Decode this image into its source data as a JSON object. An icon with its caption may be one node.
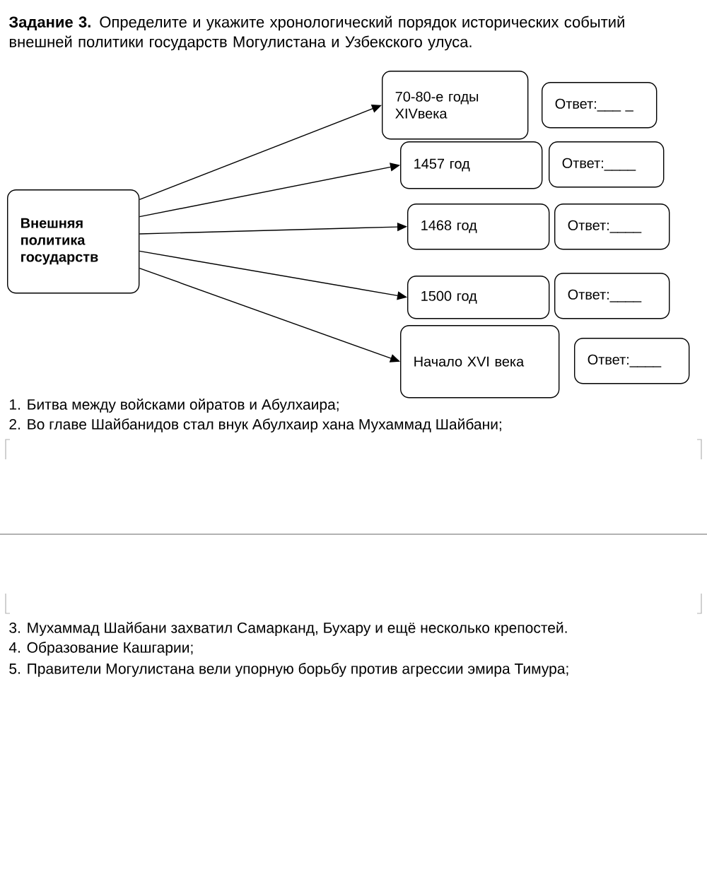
{
  "diagram": {
    "title": "**Задание 3.** Определите и укажите хронологический порядок исторических событий внешней политики государств Могулистана и Узбекского улуса.",
    "nodes": [
      {
        "text": [
          "Внешняя политика государств"
        ]
      },
      {
        "text": [
          "70-80-е годы XIVвека"
        ]
      },
      {
        "text": [
          "1457 год"
        ]
      },
      {
        "text": [
          "1468 год"
        ]
      },
      {
        "text": [
          "1500 год"
        ]
      },
      {
        "text": [
          "Начало XVI века"
        ]
      },
      {
        "text": [
          "Ответ:___ _"
        ]
      },
      {
        "text": [
          "Ответ:____"
        ]
      },
      {
        "text": [
          "Ответ:____"
        ]
      },
      {
        "text": [
          "Ответ:____"
        ]
      },
      {
        "text": [
          "Ответ:____"
        ]
      }
    ],
    "edges": [
      {
        "from": 0,
        "to": 1,
        "arrow": "to"
      },
      {
        "from": 0,
        "to": 2,
        "arrow": "to"
      },
      {
        "from": 0,
        "to": 3,
        "arrow": "to"
      },
      {
        "from": 0,
        "to": 4,
        "arrow": "to"
      },
      {
        "from": 0,
        "to": 5,
        "arrow": "to"
      }
    ],
    "labels": [
      "1. Битва между войсками ойратов и Абулхаира;",
      "2. Во главе Шайбанидов стал внук Абулхаир хана Мухаммад Шайбани;",
      "3. Мухаммад Шайбани захватил Самарканд, Бухару и ещё несколько крепостей.",
      "4. Образование Кашгарии;",
      "5. Правители Могулистана вели упорную борьбу против агрессии эмира Тимура;"
    ]
  }
}
